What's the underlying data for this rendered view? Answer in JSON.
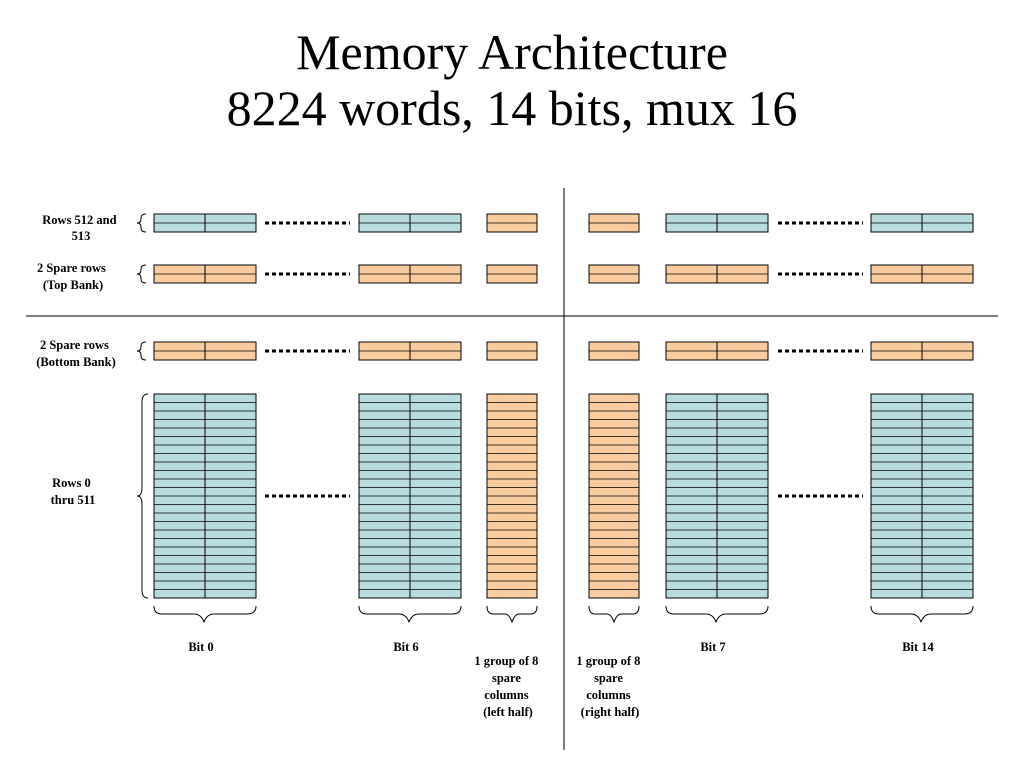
{
  "title": {
    "line1": "Memory Architecture",
    "line2": "8224 words, 14 bits, mux 16"
  },
  "row_labels": {
    "rows_512_513": [
      "Rows 512 and",
      "513"
    ],
    "spare_top": [
      "2 Spare rows",
      "(Top Bank)"
    ],
    "spare_bottom": [
      "2 Spare rows",
      "(Bottom Bank)"
    ],
    "rows_0_511": [
      "Rows 0",
      "thru 511"
    ]
  },
  "column_labels": {
    "bit0": "Bit 0",
    "bit6": "Bit 6",
    "spare_left": [
      "1 group of 8",
      "spare",
      "columns",
      "(left half)"
    ],
    "spare_right": [
      "1 group of 8",
      "spare",
      "columns",
      "(right half)"
    ],
    "bit7": "Bit 7",
    "bit14": "Bit 14"
  },
  "colors": {
    "regular_cell": "#b7dde0",
    "spare_cell": "#fbcba0",
    "outline": "#000000"
  }
}
